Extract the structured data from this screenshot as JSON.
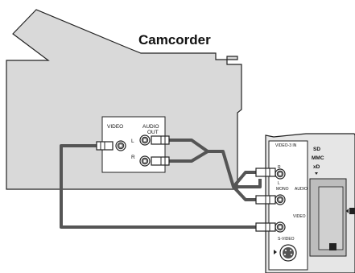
{
  "camcorder": {
    "title": "Camcorder",
    "video_label": "VIDEO",
    "audio_out_label_1": "AUDIO",
    "audio_out_label_2": "OUT",
    "left_label": "L",
    "right_label": "R"
  },
  "panel": {
    "input_label": "VIDEO-3 IN",
    "sd_label": "SD",
    "mmc_label": "MMC",
    "xd_label": "xD",
    "r_label": "R",
    "l_label": "L",
    "mono_label": "MONO",
    "audio_label": "AUDIO",
    "video_label": "VIDEO",
    "svideo_label": "S-VIDEO"
  },
  "colors": {
    "body_fill": "#d9d9d9",
    "outline": "#222222",
    "cable": "#555555"
  }
}
